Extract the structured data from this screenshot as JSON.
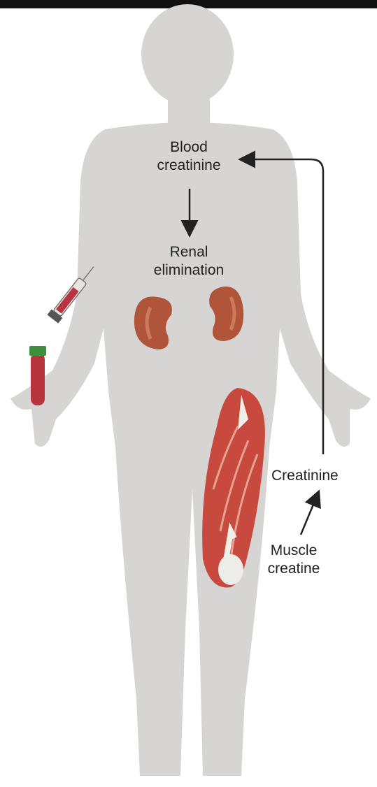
{
  "labels": {
    "blood_creatinine": [
      "Blood",
      "creatinine"
    ],
    "renal_elimination": [
      "Renal",
      "elimination"
    ],
    "creatinine": "Creatinine",
    "muscle_creatine": [
      "Muscle",
      "creatine"
    ]
  },
  "colors": {
    "body": "#d6d5d3",
    "kidney": "#b0553a",
    "muscle": "#c84a3e",
    "arrow": "#222222",
    "blood_tube": "#b8343f",
    "tube_cap": "#3e8f3e"
  }
}
